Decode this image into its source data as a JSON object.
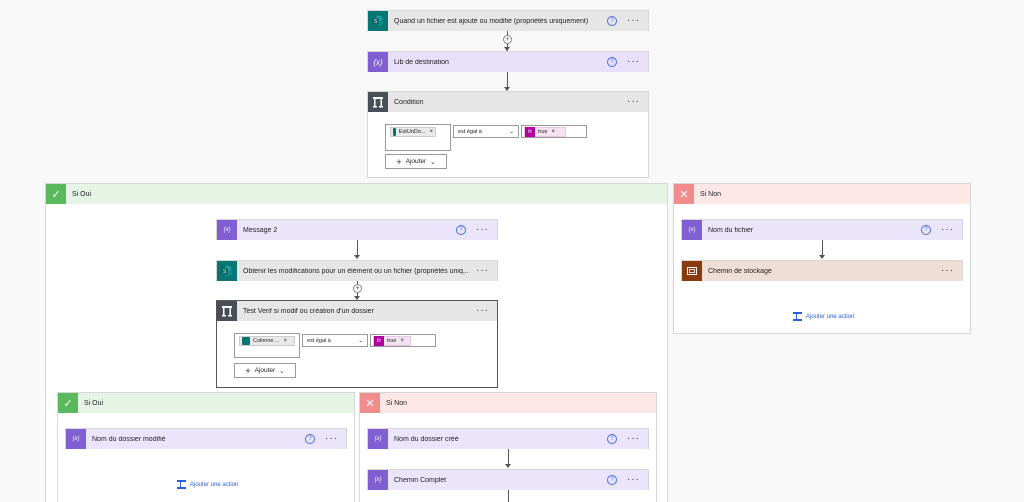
{
  "trigger": {
    "title": "Quand un fichier est ajouté ou modifié (propriétés uniquement)",
    "icon": "sharepoint-icon"
  },
  "step_lib": {
    "title": "Lib de destination",
    "icon": "variable-icon",
    "glyph": "{x}"
  },
  "condition": {
    "title": "Condition",
    "icon": "condition-icon",
    "token": "EstUnDo...",
    "operator": "est égal à",
    "value": "true",
    "add_label": "Ajouter"
  },
  "yes_branch": {
    "title": "Si Oui",
    "message": {
      "title": "Message 2",
      "glyph": "{x}"
    },
    "sp_step": {
      "title": "Obtenir les modifications pour un élément ou un fichier (propriétés uniq..."
    },
    "test": {
      "title": "Test Verif si modif ou création d'un dossier",
      "token": "Colonne ...",
      "operator": "est égal à",
      "value": "true",
      "add_label": "Ajouter"
    },
    "nested_yes": {
      "title": "Si Oui",
      "step": {
        "title": "Nom du dossier modifié",
        "glyph": "{x}"
      },
      "add_action": "Ajouter une action"
    },
    "nested_no": {
      "title": "Si Non",
      "step1": {
        "title": "Nom du dossier créé",
        "glyph": "{x}"
      },
      "step2": {
        "title": "Chemin Complet",
        "glyph": "{x}"
      }
    }
  },
  "no_branch": {
    "title": "Si Non",
    "step1": {
      "title": "Nom du fichier",
      "glyph": "{x}"
    },
    "step2": {
      "title": "Chemin de stockage"
    },
    "add_action": "Ajouter une action"
  },
  "ui": {
    "help_glyph": "?",
    "more_glyph": "···",
    "plus_glyph": "+",
    "x_glyph": "×",
    "fx_glyph": "fx",
    "check_glyph": "✓",
    "cross_glyph": "✕",
    "chevron_glyph": "⌄",
    "add_glyph": "+"
  },
  "colors": {
    "sharepoint": "#077672",
    "variable": "#7f5fd1",
    "condition": "#484f58",
    "compose": "#8a3a0f",
    "yes": "#5cb85c",
    "no": "#f08c8c",
    "link": "#2b5fd9"
  }
}
